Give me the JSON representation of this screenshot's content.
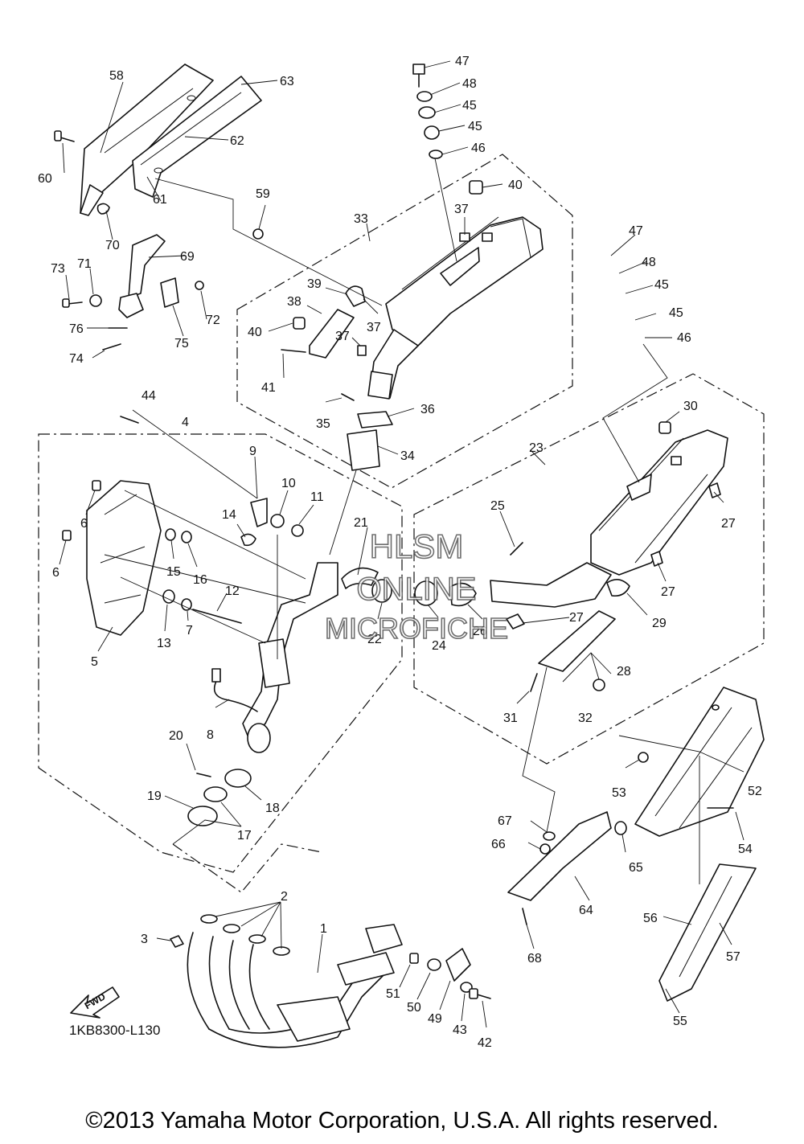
{
  "diagram_code": "1KB8300-L130",
  "fwd_label": "FWD",
  "watermark": {
    "line1": "HLSM",
    "line2": "ONLINE",
    "line3": "MICROFICHE"
  },
  "copyright": "©2013 Yamaha Motor Corporation, U.S.A. All rights reserved.",
  "callouts": [
    {
      "id": "1",
      "text": "1"
    },
    {
      "id": "2",
      "text": "2"
    },
    {
      "id": "3",
      "text": "3"
    },
    {
      "id": "4",
      "text": "4"
    },
    {
      "id": "5",
      "text": "5"
    },
    {
      "id": "6a",
      "text": "6"
    },
    {
      "id": "6b",
      "text": "6"
    },
    {
      "id": "7",
      "text": "7"
    },
    {
      "id": "8",
      "text": "8"
    },
    {
      "id": "9",
      "text": "9"
    },
    {
      "id": "10",
      "text": "10"
    },
    {
      "id": "11",
      "text": "11"
    },
    {
      "id": "12",
      "text": "12"
    },
    {
      "id": "13",
      "text": "13"
    },
    {
      "id": "14",
      "text": "14"
    },
    {
      "id": "15",
      "text": "15"
    },
    {
      "id": "16",
      "text": "16"
    },
    {
      "id": "17",
      "text": "17"
    },
    {
      "id": "18",
      "text": "18"
    },
    {
      "id": "19",
      "text": "19"
    },
    {
      "id": "20",
      "text": "20"
    },
    {
      "id": "21",
      "text": "21"
    },
    {
      "id": "22",
      "text": "22"
    },
    {
      "id": "23",
      "text": "23"
    },
    {
      "id": "24",
      "text": "24"
    },
    {
      "id": "25",
      "text": "25"
    },
    {
      "id": "26",
      "text": "26"
    },
    {
      "id": "27a",
      "text": "27"
    },
    {
      "id": "27b",
      "text": "27"
    },
    {
      "id": "27c",
      "text": "27"
    },
    {
      "id": "28",
      "text": "28"
    },
    {
      "id": "29",
      "text": "29"
    },
    {
      "id": "30",
      "text": "30"
    },
    {
      "id": "31",
      "text": "31"
    },
    {
      "id": "32",
      "text": "32"
    },
    {
      "id": "33",
      "text": "33"
    },
    {
      "id": "34",
      "text": "34"
    },
    {
      "id": "35",
      "text": "35"
    },
    {
      "id": "36",
      "text": "36"
    },
    {
      "id": "37a",
      "text": "37"
    },
    {
      "id": "37b",
      "text": "37"
    },
    {
      "id": "37c",
      "text": "37"
    },
    {
      "id": "38",
      "text": "38"
    },
    {
      "id": "39",
      "text": "39"
    },
    {
      "id": "40a",
      "text": "40"
    },
    {
      "id": "40b",
      "text": "40"
    },
    {
      "id": "41",
      "text": "41"
    },
    {
      "id": "42",
      "text": "42"
    },
    {
      "id": "43",
      "text": "43"
    },
    {
      "id": "44",
      "text": "44"
    },
    {
      "id": "45a",
      "text": "45"
    },
    {
      "id": "45b",
      "text": "45"
    },
    {
      "id": "45c",
      "text": "45"
    },
    {
      "id": "45d",
      "text": "45"
    },
    {
      "id": "46a",
      "text": "46"
    },
    {
      "id": "46b",
      "text": "46"
    },
    {
      "id": "47a",
      "text": "47"
    },
    {
      "id": "47b",
      "text": "47"
    },
    {
      "id": "48a",
      "text": "48"
    },
    {
      "id": "48b",
      "text": "48"
    },
    {
      "id": "49",
      "text": "49"
    },
    {
      "id": "50",
      "text": "50"
    },
    {
      "id": "51",
      "text": "51"
    },
    {
      "id": "52",
      "text": "52"
    },
    {
      "id": "53",
      "text": "53"
    },
    {
      "id": "54",
      "text": "54"
    },
    {
      "id": "55",
      "text": "55"
    },
    {
      "id": "56",
      "text": "56"
    },
    {
      "id": "57",
      "text": "57"
    },
    {
      "id": "58",
      "text": "58"
    },
    {
      "id": "59",
      "text": "59"
    },
    {
      "id": "60",
      "text": "60"
    },
    {
      "id": "61",
      "text": "61"
    },
    {
      "id": "62",
      "text": "62"
    },
    {
      "id": "63",
      "text": "63"
    },
    {
      "id": "64",
      "text": "64"
    },
    {
      "id": "65",
      "text": "65"
    },
    {
      "id": "66",
      "text": "66"
    },
    {
      "id": "67",
      "text": "67"
    },
    {
      "id": "68",
      "text": "68"
    },
    {
      "id": "69",
      "text": "69"
    },
    {
      "id": "70",
      "text": "70"
    },
    {
      "id": "71",
      "text": "71"
    },
    {
      "id": "72",
      "text": "72"
    },
    {
      "id": "73",
      "text": "73"
    },
    {
      "id": "74",
      "text": "74"
    },
    {
      "id": "75",
      "text": "75"
    },
    {
      "id": "76",
      "text": "76"
    }
  ]
}
